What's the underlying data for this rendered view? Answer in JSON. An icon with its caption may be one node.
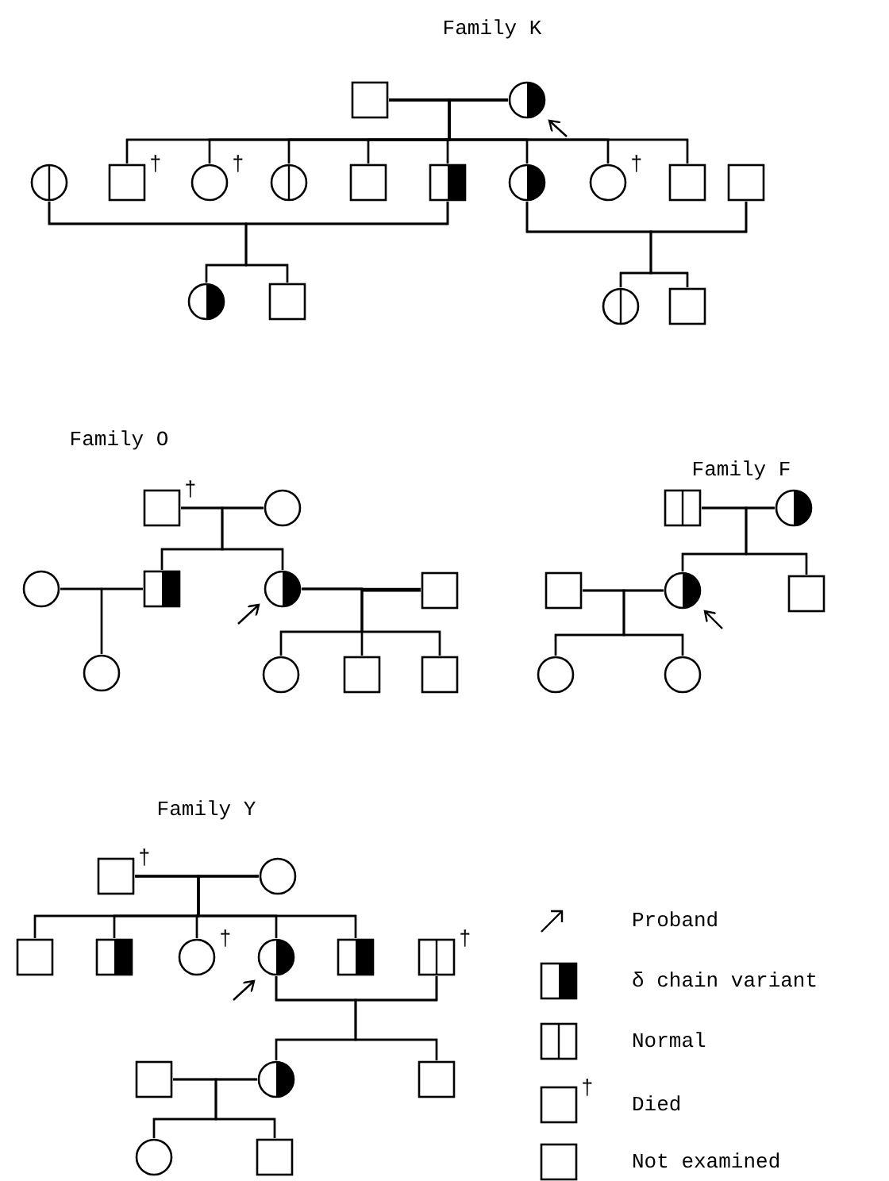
{
  "diagram": {
    "nodes": [
      {
        "text": [],
        "shape": "box"
      },
      {
        "text": [],
        "shape": "circle"
      },
      {
        "text": [],
        "shape": "circle"
      },
      {
        "text": [],
        "shape": "box",
        "beside": [
          "†"
        ]
      },
      {
        "text": [],
        "shape": "circle",
        "beside": [
          "†"
        ]
      },
      {
        "text": [],
        "shape": "circle"
      },
      {
        "text": [],
        "shape": "box"
      },
      {
        "text": [],
        "shape": "box"
      },
      {
        "text": [],
        "shape": "circle"
      },
      {
        "text": [],
        "shape": "circle",
        "beside": [
          "†"
        ]
      },
      {
        "text": [],
        "shape": "box"
      },
      {
        "text": [],
        "shape": "box"
      },
      {
        "text": [],
        "shape": "circle"
      },
      {
        "text": [],
        "shape": "box"
      },
      {
        "text": [],
        "shape": "circle"
      },
      {
        "text": [],
        "shape": "box"
      },
      {
        "text": [],
        "shape": "box",
        "beside": [
          "†"
        ]
      },
      {
        "text": [],
        "shape": "circle"
      },
      {
        "text": [],
        "shape": "circle"
      },
      {
        "text": [],
        "shape": "box"
      },
      {
        "text": [],
        "shape": "circle"
      },
      {
        "text": [],
        "shape": "box"
      },
      {
        "text": [],
        "shape": "circle"
      },
      {
        "text": [],
        "shape": "circle"
      },
      {
        "text": [],
        "shape": "box"
      },
      {
        "text": [],
        "shape": "box"
      },
      {
        "text": [],
        "shape": "box"
      },
      {
        "text": [],
        "shape": "circle"
      },
      {
        "text": [],
        "shape": "box"
      },
      {
        "text": [],
        "shape": "circle"
      },
      {
        "text": [],
        "shape": "box"
      },
      {
        "text": [],
        "shape": "circle"
      },
      {
        "text": [],
        "shape": "circle"
      },
      {
        "text": [],
        "shape": "box",
        "beside": [
          "†"
        ]
      },
      {
        "text": [],
        "shape": "circle"
      },
      {
        "text": [],
        "shape": "box"
      },
      {
        "text": [],
        "shape": "box"
      },
      {
        "text": [],
        "shape": "circle",
        "beside": [
          "†"
        ]
      },
      {
        "text": [],
        "shape": "circle"
      },
      {
        "text": [],
        "shape": "box"
      },
      {
        "text": [],
        "shape": "box",
        "beside": [
          "†"
        ]
      },
      {
        "text": [],
        "shape": "box"
      },
      {
        "text": [],
        "shape": "circle"
      },
      {
        "text": [],
        "shape": "box"
      },
      {
        "text": [],
        "shape": "circle"
      },
      {
        "text": [],
        "shape": "box"
      }
    ],
    "edges": [
      {
        "from": 0,
        "to": 1,
        "arrow": "none"
      },
      {
        "from": 0,
        "to": 3,
        "arrow": "none"
      },
      {
        "from": 1,
        "to": 3,
        "arrow": "none"
      },
      {
        "from": 0,
        "to": 4,
        "arrow": "none"
      },
      {
        "from": 1,
        "to": 4,
        "arrow": "none"
      },
      {
        "from": 0,
        "to": 5,
        "arrow": "none"
      },
      {
        "from": 1,
        "to": 5,
        "arrow": "none"
      },
      {
        "from": 0,
        "to": 6,
        "arrow": "none"
      },
      {
        "from": 1,
        "to": 6,
        "arrow": "none"
      },
      {
        "from": 0,
        "to": 7,
        "arrow": "none"
      },
      {
        "from": 1,
        "to": 7,
        "arrow": "none"
      },
      {
        "from": 0,
        "to": 8,
        "arrow": "none"
      },
      {
        "from": 1,
        "to": 8,
        "arrow": "none"
      },
      {
        "from": 0,
        "to": 9,
        "arrow": "none"
      },
      {
        "from": 1,
        "to": 9,
        "arrow": "none"
      },
      {
        "from": 0,
        "to": 10,
        "arrow": "none"
      },
      {
        "from": 1,
        "to": 10,
        "arrow": "none"
      },
      {
        "from": 2,
        "to": 7,
        "arrow": "none"
      },
      {
        "from": 2,
        "to": 12,
        "arrow": "none"
      },
      {
        "from": 7,
        "to": 12,
        "arrow": "none"
      },
      {
        "from": 2,
        "to": 13,
        "arrow": "none"
      },
      {
        "from": 7,
        "to": 13,
        "arrow": "none"
      },
      {
        "from": 8,
        "to": 11,
        "arrow": "none"
      },
      {
        "from": 8,
        "to": 14,
        "arrow": "none"
      },
      {
        "from": 11,
        "to": 14,
        "arrow": "none"
      },
      {
        "from": 8,
        "to": 15,
        "arrow": "none"
      },
      {
        "from": 11,
        "to": 15,
        "arrow": "none"
      },
      {
        "from": null,
        "to": 1,
        "arrow": "to"
      },
      {
        "from": 16,
        "to": 17,
        "arrow": "none"
      },
      {
        "from": 16,
        "to": 19,
        "arrow": "none"
      },
      {
        "from": 17,
        "to": 19,
        "arrow": "none"
      },
      {
        "from": 16,
        "to": 20,
        "arrow": "none"
      },
      {
        "from": 17,
        "to": 20,
        "arrow": "none"
      },
      {
        "from": 18,
        "to": 19,
        "arrow": "none"
      },
      {
        "from": 18,
        "to": 22,
        "arrow": "none"
      },
      {
        "from": 19,
        "to": 22,
        "arrow": "none"
      },
      {
        "from": 20,
        "to": 21,
        "arrow": "none"
      },
      {
        "from": 20,
        "to": 23,
        "arrow": "none"
      },
      {
        "from": 21,
        "to": 23,
        "arrow": "none"
      },
      {
        "from": 20,
        "to": 24,
        "arrow": "none"
      },
      {
        "from": 21,
        "to": 24,
        "arrow": "none"
      },
      {
        "from": 20,
        "to": 25,
        "arrow": "none"
      },
      {
        "from": 21,
        "to": 25,
        "arrow": "none"
      },
      {
        "from": null,
        "to": 20,
        "arrow": "to"
      },
      {
        "from": 26,
        "to": 27,
        "arrow": "none"
      },
      {
        "from": 26,
        "to": 29,
        "arrow": "none"
      },
      {
        "from": 27,
        "to": 29,
        "arrow": "none"
      },
      {
        "from": 26,
        "to": 30,
        "arrow": "none"
      },
      {
        "from": 27,
        "to": 30,
        "arrow": "none"
      },
      {
        "from": 28,
        "to": 29,
        "arrow": "none"
      },
      {
        "from": 28,
        "to": 31,
        "arrow": "none"
      },
      {
        "from": 29,
        "to": 31,
        "arrow": "none"
      },
      {
        "from": 28,
        "to": 32,
        "arrow": "none"
      },
      {
        "from": 29,
        "to": 32,
        "arrow": "none"
      },
      {
        "from": null,
        "to": 29,
        "arrow": "to"
      },
      {
        "from": 33,
        "to": 34,
        "arrow": "none"
      },
      {
        "from": 33,
        "to": 35,
        "arrow": "none"
      },
      {
        "from": 34,
        "to": 35,
        "arrow": "none"
      },
      {
        "from": 33,
        "to": 36,
        "arrow": "none"
      },
      {
        "from": 34,
        "to": 36,
        "arrow": "none"
      },
      {
        "from": 33,
        "to": 37,
        "arrow": "none"
      },
      {
        "from": 34,
        "to": 37,
        "arrow": "none"
      },
      {
        "from": 33,
        "to": 38,
        "arrow": "none"
      },
      {
        "from": 34,
        "to": 38,
        "arrow": "none"
      },
      {
        "from": 33,
        "to": 39,
        "arrow": "none"
      },
      {
        "from": 34,
        "to": 39,
        "arrow": "none"
      },
      {
        "from": 38,
        "to": 40,
        "arrow": "none"
      },
      {
        "from": 38,
        "to": 42,
        "arrow": "none"
      },
      {
        "from": 40,
        "to": 42,
        "arrow": "none"
      },
      {
        "from": 38,
        "to": 43,
        "arrow": "none"
      },
      {
        "from": 40,
        "to": 43,
        "arrow": "none"
      },
      {
        "from": 41,
        "to": 42,
        "arrow": "none"
      },
      {
        "from": 41,
        "to": 44,
        "arrow": "none"
      },
      {
        "from": 42,
        "to": 44,
        "arrow": "none"
      },
      {
        "from": 41,
        "to": 45,
        "arrow": "none"
      },
      {
        "from": 42,
        "to": 45,
        "arrow": "none"
      },
      {
        "from": null,
        "to": 38,
        "arrow": "to"
      }
    ],
    "labels": [
      "Family K",
      "Family O",
      "Family F",
      "Family Y",
      "†"
    ],
    "legend": [
      {
        "text": "Proband"
      },
      {
        "text": "δ chain variant"
      },
      {
        "text": "Normal"
      },
      {
        "text": "Died"
      },
      {
        "text": "Not examined"
      }
    ]
  }
}
